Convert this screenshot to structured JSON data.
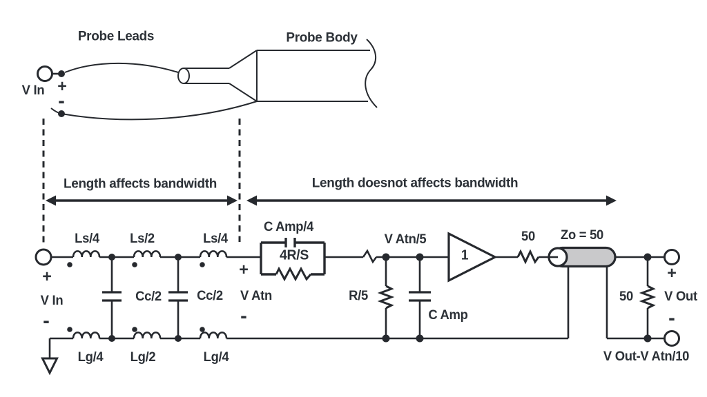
{
  "figure": {
    "type": "circuit-diagram",
    "description": "Oscilloscope probe model: probe lead length effect on bandwidth with equivalent schematic"
  },
  "colors": {
    "line": "#26292e",
    "text": "#2c3137",
    "coax_fill": "#c9c9cb",
    "background": "#ffffff"
  },
  "labels": {
    "probe_leads": "Probe Leads",
    "probe_body": "Probe Body",
    "v_in": "V In",
    "plus": "+",
    "minus": "-",
    "length_left": "Length affects bandwidth",
    "length_right": "Length doesnot affects bandwidth",
    "ls4_a": "Ls/4",
    "ls2": "Ls/2",
    "ls4_b": "Ls/4",
    "cc2_a": "Cc/2",
    "cc2_b": "Cc/2",
    "lg4_a": "Lg/4",
    "lg2": "Lg/2",
    "lg4_b": "Lg/4",
    "c_amp_4": "C Amp/4",
    "four_r_s": "4R/S",
    "v_atn": "V Atn",
    "v_atn_5": "V Atn/5",
    "r_5": "R/5",
    "c_amp": "C Amp",
    "amp_gain": "1",
    "series_50": "50",
    "zo_50": "Zo = 50",
    "load_50": "50",
    "v_out": "V Out",
    "v_out_formula": "V Out-V Atn/10"
  }
}
